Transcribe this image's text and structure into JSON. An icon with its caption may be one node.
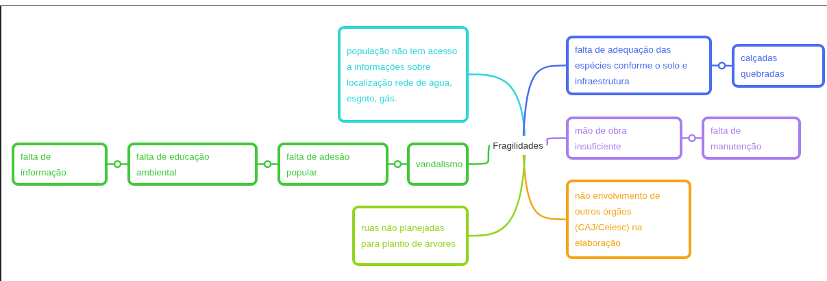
{
  "diagram": {
    "nodes": [
      {
        "text": [
          "Fragilidades"
        ]
      },
      {
        "text": [
          "população não tem acesso a informações sobre localização rede de água, esgoto, gás."
        ]
      },
      {
        "text": [
          "falta de adequação das espécies conforme o solo e infraestrutura"
        ]
      },
      {
        "text": [
          "calçadas quebradas"
        ]
      },
      {
        "text": [
          "mão de obra insuficiente"
        ]
      },
      {
        "text": [
          "falta de manutenção"
        ]
      },
      {
        "text": [
          "não envolvimento de outros órgãos (CAJ/Celesc) na elaboração"
        ]
      },
      {
        "text": [
          "vandalismo"
        ]
      },
      {
        "text": [
          "falta de adesão popular"
        ]
      },
      {
        "text": [
          "falta de educação ambiental"
        ]
      },
      {
        "text": [
          "falta de informação"
        ]
      },
      {
        "text": [
          "ruas não planejadas para plantio de árvores"
        ]
      }
    ],
    "edges": [
      {
        "from": 0,
        "to": 1,
        "arrow": "none",
        "color": "#2ed5d8"
      },
      {
        "from": 0,
        "to": 2,
        "arrow": "none",
        "color": "#4a6cf0"
      },
      {
        "from": 2,
        "to": 3,
        "arrow": "none",
        "color": "#4a6cf0"
      },
      {
        "from": 0,
        "to": 4,
        "arrow": "none",
        "color": "#a97ef0"
      },
      {
        "from": 4,
        "to": 5,
        "arrow": "none",
        "color": "#a97ef0"
      },
      {
        "from": 0,
        "to": 6,
        "arrow": "none",
        "color": "#f5a416"
      },
      {
        "from": 0,
        "to": 7,
        "arrow": "none",
        "color": "#3fc93a"
      },
      {
        "from": 7,
        "to": 8,
        "arrow": "none",
        "color": "#3fc93a"
      },
      {
        "from": 8,
        "to": 9,
        "arrow": "none",
        "color": "#3fc93a"
      },
      {
        "from": 9,
        "to": 10,
        "arrow": "none",
        "color": "#3fc93a"
      },
      {
        "from": 0,
        "to": 11,
        "arrow": "none",
        "color": "#92d51c"
      }
    ]
  }
}
